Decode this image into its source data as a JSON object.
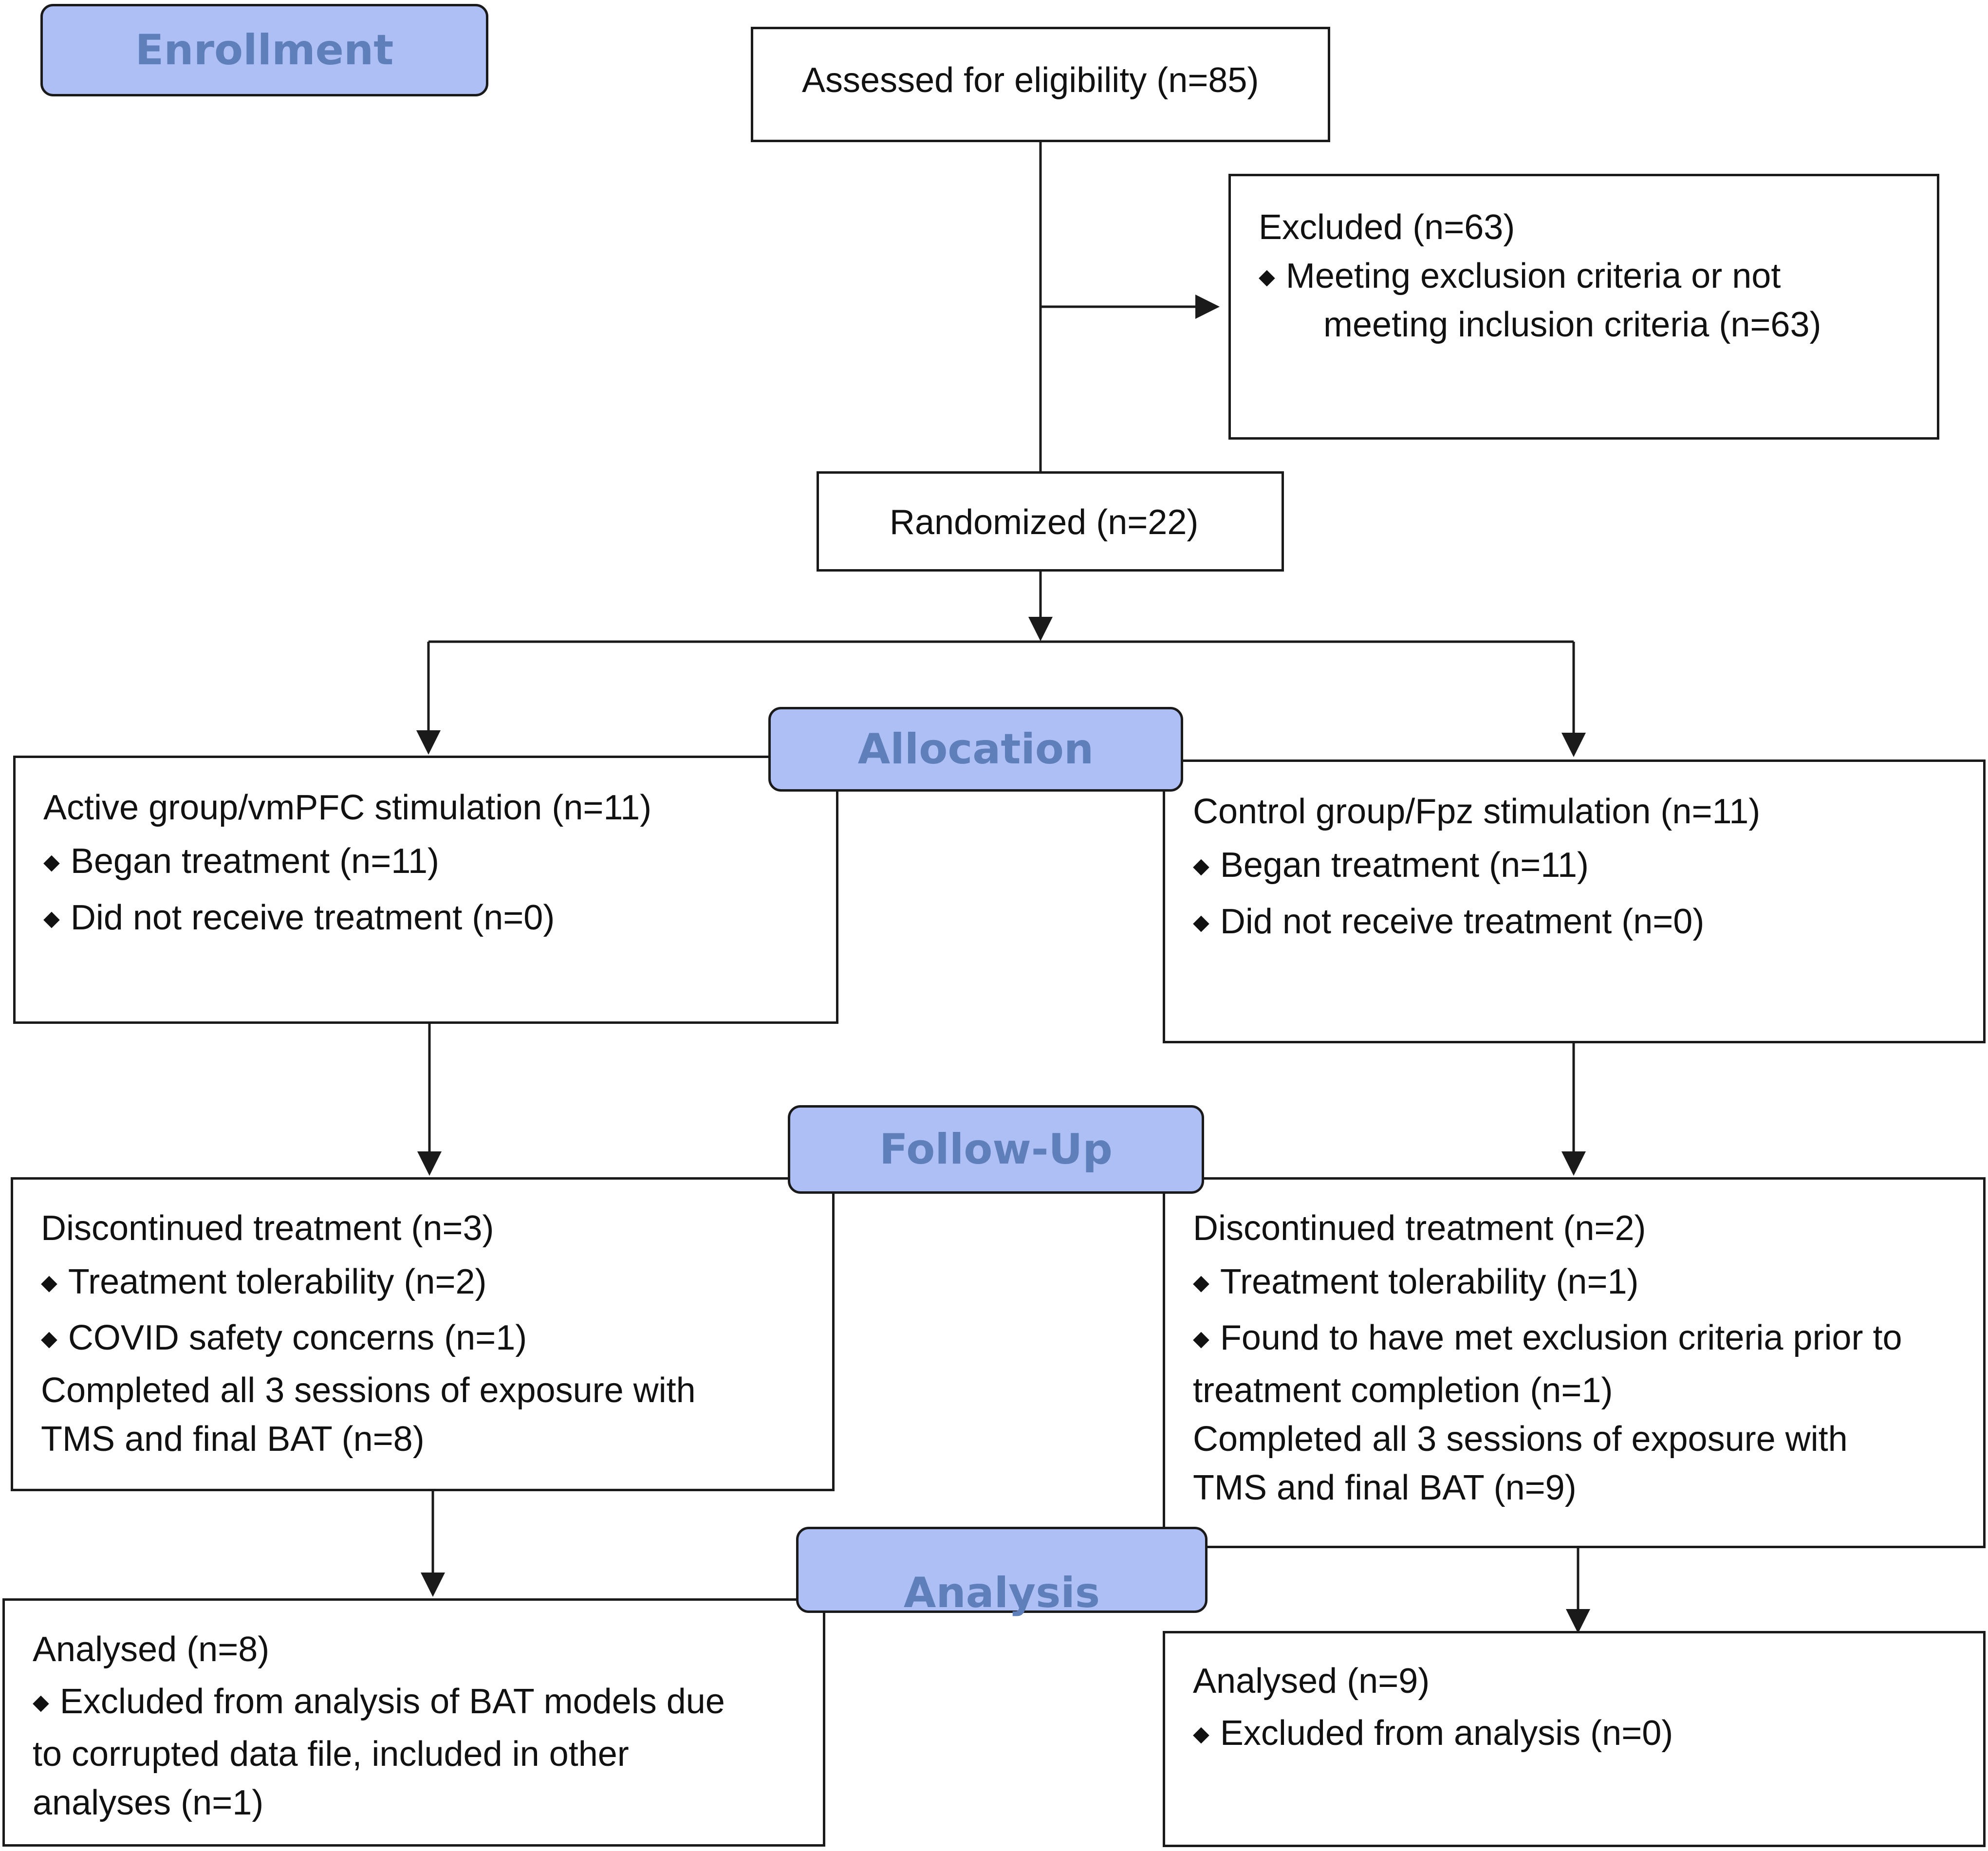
{
  "stages": {
    "enrollment": "Enrollment",
    "allocation": "Allocation",
    "follow_up": "Follow-Up",
    "analysis": "Analysis"
  },
  "assessed": {
    "text": "Assessed for eligibility (n=85)"
  },
  "excluded": {
    "title": "Excluded  (n=63)",
    "bullet_line1": "Meeting exclusion criteria or not",
    "bullet_line2": "meeting inclusion criteria (n=63)"
  },
  "randomized": {
    "text": "Randomized (n=22)"
  },
  "active_allocation": {
    "title": "Active group/vmPFC stimulation (n=11)",
    "bullets": [
      "Began treatment (n=11)",
      "Did not receive treatment (n=0)"
    ]
  },
  "control_allocation": {
    "title": "Control group/Fpz stimulation (n=11)",
    "bullets": [
      "Began treatment (n=11)",
      "Did not receive treatment (n=0)"
    ]
  },
  "active_followup": {
    "title": "Discontinued treatment (n=3)",
    "bullets": [
      "Treatment tolerability (n=2)",
      "COVID safety concerns (n=1)"
    ],
    "completed_line1": "Completed all 3 sessions of exposure with",
    "completed_line2": "TMS and final BAT (n=8)"
  },
  "control_followup": {
    "title": "Discontinued treatment (n=2)",
    "bullet1": "Treatment tolerability (n=1)",
    "bullet2_line1": "Found to have met exclusion criteria prior to",
    "bullet2_line2": "treatment completion (n=1)",
    "completed_line1": "Completed all 3 sessions of exposure with",
    "completed_line2": "TMS and final BAT (n=9)"
  },
  "active_analysis": {
    "title": "Analysed  (n=8)",
    "bullet_line1": "Excluded from analysis of BAT models due",
    "bullet_line2": "to corrupted data file, included in other",
    "bullet_line3": "analyses  (n=1)"
  },
  "control_analysis": {
    "title": "Analysed  (n=9)",
    "bullet": "Excluded from analysis (n=0)"
  }
}
